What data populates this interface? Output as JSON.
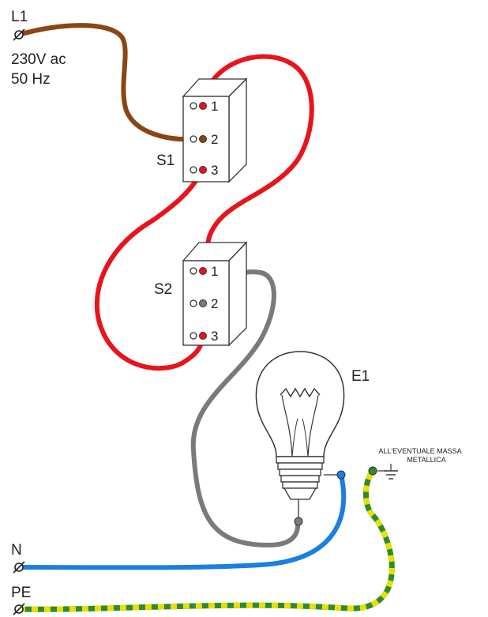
{
  "supply": {
    "l1_label": "L1",
    "voltage": "230V ac",
    "frequency": "50 Hz",
    "n_label": "N",
    "pe_label": "PE"
  },
  "switches": [
    {
      "label": "S1",
      "terminals": [
        "1",
        "2",
        "3"
      ]
    },
    {
      "label": "S2",
      "terminals": [
        "1",
        "2",
        "3"
      ]
    }
  ],
  "lamp": {
    "label": "E1"
  },
  "earth_note": {
    "line1": "ALL'EVENTUALE MASSA",
    "line2": "METALLICA"
  },
  "colors": {
    "phase": "#8b4513",
    "switch_wires": "#e8141b",
    "return_wire": "#7a7a7a",
    "neutral": "#1a7fe0",
    "earth_green": "#2e8b2e",
    "earth_yellow": "#e8e000"
  },
  "icons": [
    "terminal-symbol-icon",
    "earth-ground-icon",
    "light-bulb-icon"
  ]
}
